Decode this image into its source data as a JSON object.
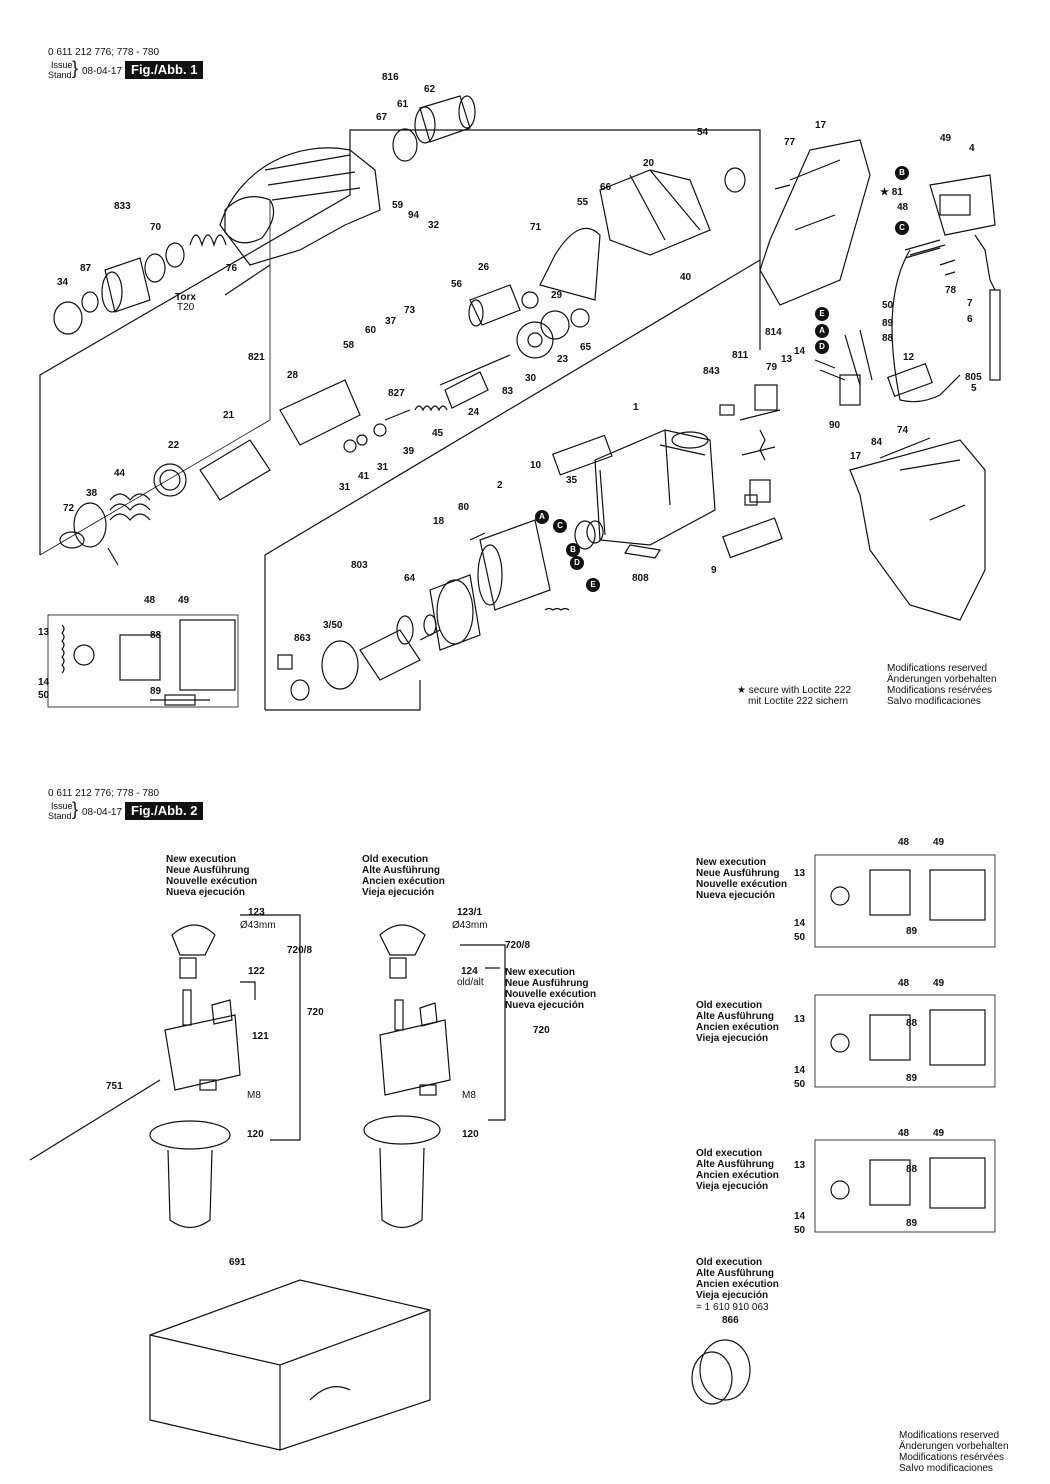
{
  "sheet1": {
    "part_no": "0 611 212 776; 778 - 780",
    "issue_label_1": "Issue",
    "issue_label_2": "Stand",
    "date": "08-04-17",
    "fig_tag": "Fig./Abb. 1",
    "torx_label": "Torx",
    "torx_size": "T20",
    "loctite_note_1": "secure with Loctite 222",
    "loctite_note_2": "mit Loctite 222 sichern",
    "modifications": [
      "Modifications reserved",
      "Änderungen vorbehalten",
      "Modifications resérvées",
      "Salvo modificaciones"
    ],
    "callouts": [
      "A",
      "B",
      "C",
      "D",
      "E"
    ],
    "labels": {
      "n816": "816",
      "n67": "67",
      "n61": "61",
      "n62": "62",
      "n54": "54",
      "n17a": "17",
      "n77": "77",
      "n49": "49",
      "n4": "4",
      "n81": "81",
      "n48": "48",
      "n20": "20",
      "n66": "66",
      "n55": "55",
      "n833": "833",
      "n70": "70",
      "n59": "59",
      "n94": "94",
      "n32": "32",
      "n71": "71",
      "n40": "40",
      "n34": "34",
      "n87": "87",
      "n76": "76",
      "n26": "26",
      "n29": "29",
      "n56": "56",
      "n73": "73",
      "n37": "37",
      "n60": "60",
      "n58": "58",
      "n821": "821",
      "n28": "28",
      "n827": "827",
      "n83": "83",
      "n30": "30",
      "n23": "23",
      "n65": "65",
      "n24": "24",
      "n21": "21",
      "n45": "45",
      "n39": "39",
      "n22": "22",
      "n31a": "31",
      "n41": "41",
      "n31b": "31",
      "n44": "44",
      "n38": "38",
      "n72": "72",
      "n78": "78",
      "n7": "7",
      "n6": "6",
      "n50": "50",
      "n89": "89",
      "n88": "88",
      "n814": "814",
      "n811": "811",
      "n13": "13",
      "n14": "14",
      "n79": "79",
      "n843": "843",
      "n12": "12",
      "n805": "805",
      "n5": "5",
      "n90": "90",
      "n84": "84",
      "n74": "74",
      "n17b": "17",
      "n1": "1",
      "n10": "10",
      "n2": "2",
      "n35": "35",
      "n80": "80",
      "n18": "18",
      "n803": "803",
      "n64": "64",
      "n3_50": "3/50",
      "n863": "863",
      "n808": "808",
      "n9": "9"
    },
    "wiring": {
      "w48": "48",
      "w49": "49",
      "w13": "13",
      "w88": "88",
      "w14": "14",
      "w89": "89",
      "w50": "50"
    }
  },
  "sheet2": {
    "part_no": "0 611 212 776; 778 - 780",
    "issue_label_1": "Issue",
    "issue_label_2": "Stand",
    "date": "08-04-17",
    "fig_tag": "Fig./Abb. 2",
    "new_exec": [
      "New execution",
      "Neue Ausführung",
      "Nouvelle exécution",
      "Nueva ejecución"
    ],
    "old_exec": [
      "Old execution",
      "Alte Ausführung",
      "Ancien exécution",
      "Vieja ejecución"
    ],
    "left": {
      "n123": "123",
      "dia": "Ø43mm",
      "n720_8": "720/8",
      "n122": "122",
      "n720": "720",
      "n121": "121",
      "n751": "751",
      "m8": "M8",
      "n120": "120"
    },
    "mid": {
      "n123_1": "123/1",
      "dia": "Ø43mm",
      "n720_8": "720/8",
      "n124": "124",
      "old_alt": "old/alt",
      "n720": "720",
      "m8": "M8",
      "n120": "120"
    },
    "case_no": "691",
    "ring_ref": "= 1 610 910 063",
    "ring_no": "866",
    "wiring": {
      "w48": "48",
      "w49": "49",
      "w13": "13",
      "w88": "88",
      "w14": "14",
      "w89": "89",
      "w50": "50"
    },
    "modifications": [
      "Modifications reserved",
      "Änderungen vorbehalten",
      "Modifications resérvées",
      "Salvo modificaciones"
    ]
  }
}
